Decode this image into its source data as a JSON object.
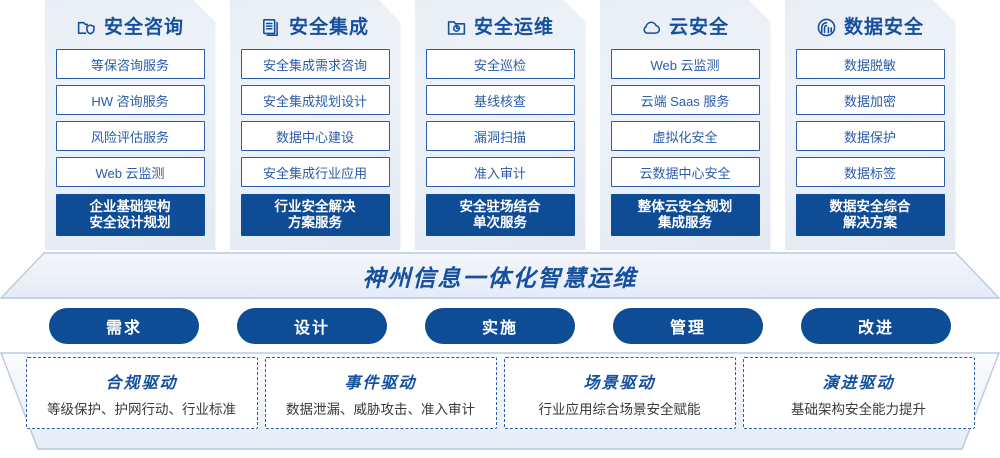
{
  "columns": [
    {
      "icon": "folder-shield-icon",
      "title": "安全咨询",
      "items": [
        "等保咨询服务",
        "HW 咨询服务",
        "风险评估服务",
        "Web 云监测"
      ],
      "highlight": [
        "企业基础架构",
        "安全设计规划"
      ]
    },
    {
      "icon": "documents-copy-icon",
      "title": "安全集成",
      "items": [
        "安全集成需求咨询",
        "安全集成规划设计",
        "数据中心建设",
        "安全集成行业应用"
      ],
      "highlight": [
        "行业安全解决",
        "方案服务"
      ]
    },
    {
      "icon": "folder-chart-icon",
      "title": "安全运维",
      "items": [
        "安全巡检",
        "基线核查",
        "漏洞扫描",
        "准入审计"
      ],
      "highlight": [
        "安全驻场结合",
        "单次服务"
      ]
    },
    {
      "icon": "cloud-icon",
      "title": "云安全",
      "items": [
        "Web 云监测",
        "云端 Saas 服务",
        "虚拟化安全",
        "云数据中心安全"
      ],
      "highlight": [
        "整体云安全规划",
        "集成服务"
      ]
    },
    {
      "icon": "fingerprint-icon",
      "title": "数据安全",
      "items": [
        "数据脱敏",
        "数据加密",
        "数据保护",
        "数据标签"
      ],
      "highlight": [
        "数据安全综合",
        "解决方案"
      ]
    }
  ],
  "banner": {
    "text": "神州信息一体化智慧运维"
  },
  "pills": [
    {
      "label": "需求"
    },
    {
      "label": "设计"
    },
    {
      "label": "实施"
    },
    {
      "label": "管理"
    },
    {
      "label": "改进"
    }
  ],
  "drivers": [
    {
      "title": "合规驱动",
      "subtitle": "等级保护、护网行动、行业标准"
    },
    {
      "title": "事件驱动",
      "subtitle": "数据泄漏、威胁攻击、准入审计"
    },
    {
      "title": "场景驱动",
      "subtitle": "行业应用综合场景安全赋能"
    },
    {
      "title": "演进驱动",
      "subtitle": "基础架构安全能力提升"
    }
  ],
  "colors": {
    "primary_blue": "#0e4c96",
    "text_blue": "#2a5ca8",
    "title_blue": "#15509e",
    "card_bg_light": "#e9eef6",
    "white": "#ffffff"
  }
}
